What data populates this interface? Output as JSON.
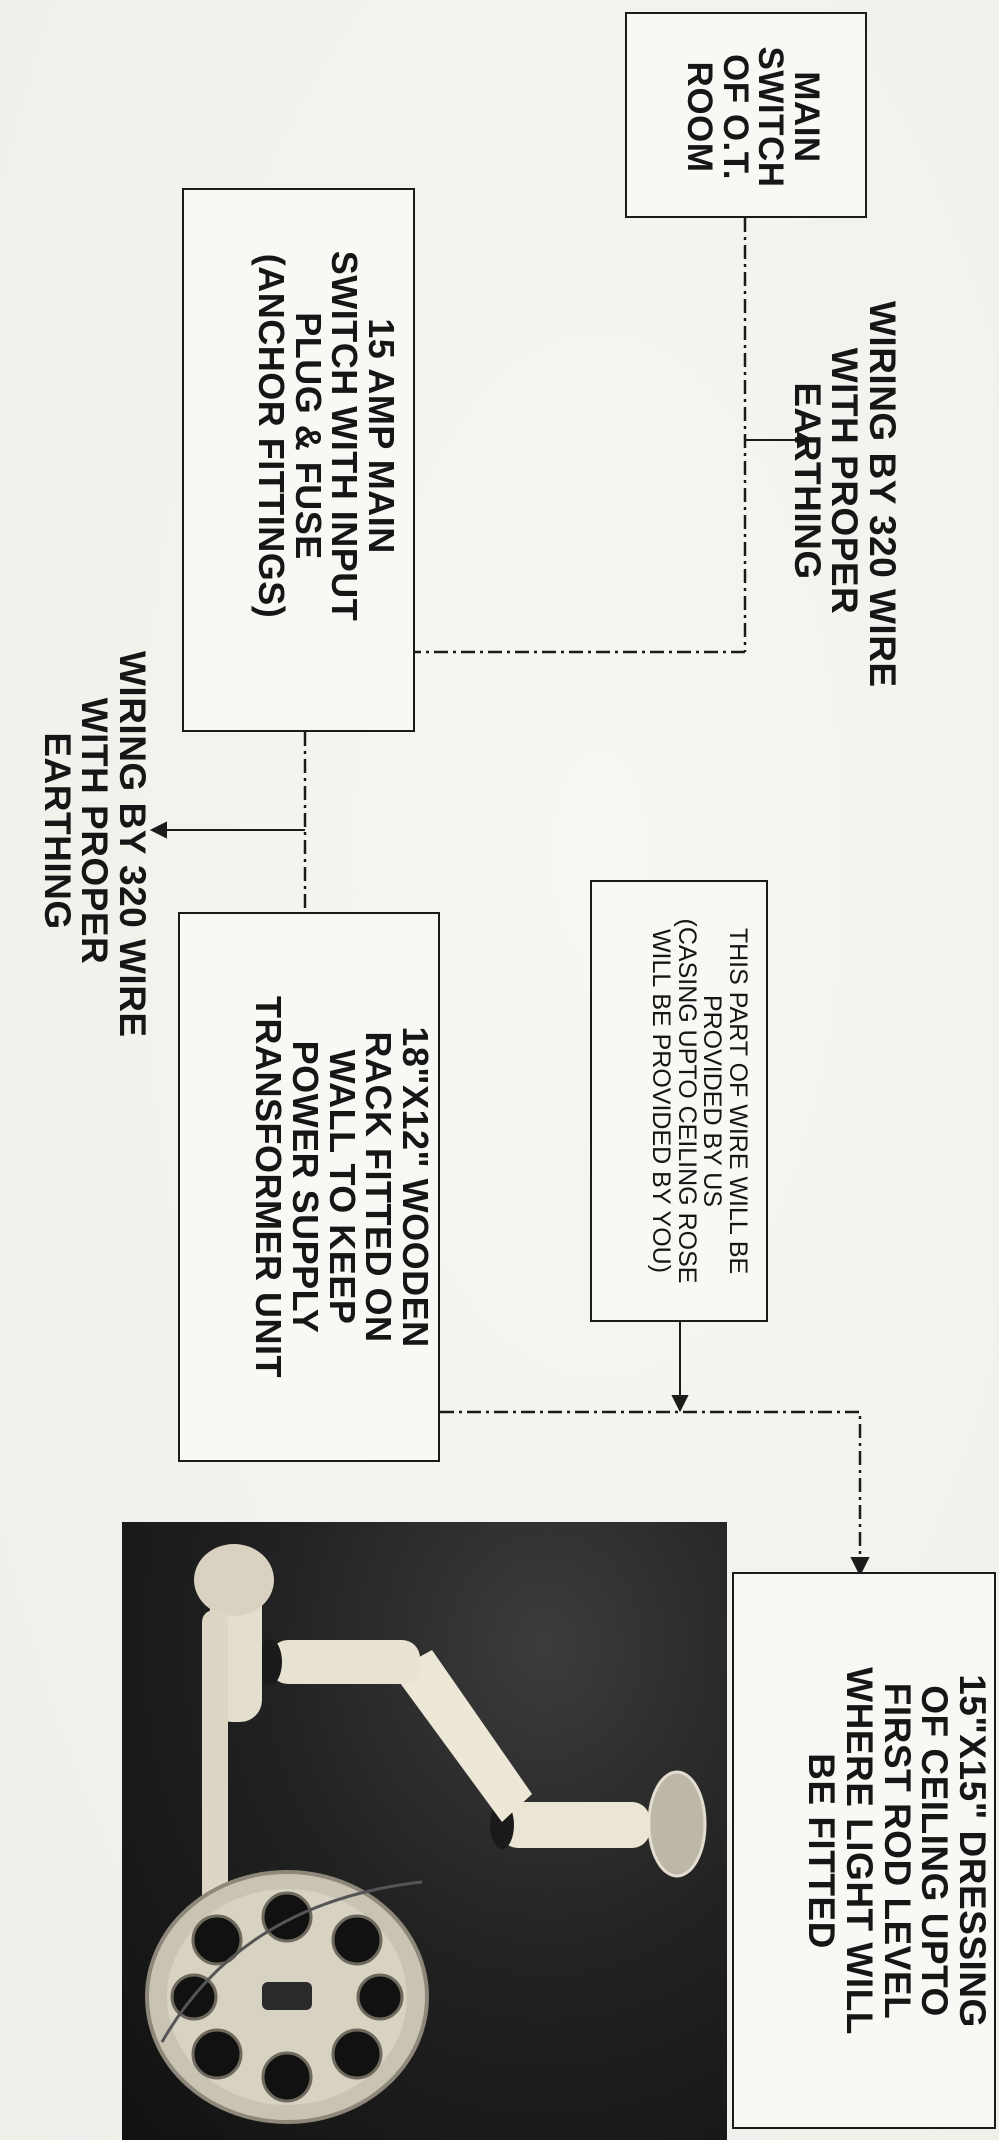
{
  "boxes": {
    "main_switch": {
      "lines": [
        "MAIN",
        "SWITCH",
        "OF O.T.",
        "ROOM"
      ]
    },
    "amp_switch": {
      "lines": [
        "15 AMP MAIN",
        "SWITCH WITH INPUT",
        "PLUG & FUSE",
        "(ANCHOR FITTINGS)"
      ]
    },
    "wooden_rack": {
      "lines": [
        "18\"X12\" WOODEN",
        "RACK FITTED ON",
        "WALL TO KEEP",
        "POWER SUPPLY",
        "TRANSFORMER UNIT"
      ]
    },
    "wire_note": {
      "lines": [
        "THIS PART OF WIRE WILL BE",
        "PROVIDED BY US",
        "(CASING UPTO CEILING ROSE",
        "WILL BE PROVIDED BY YOU)"
      ]
    },
    "ceiling": {
      "lines": [
        "15\"X15\" DRESSING",
        "OF CEILING UPTO",
        "FIRST ROD LEVEL",
        "WHERE LIGHT WILL",
        "BE FITTED"
      ]
    }
  },
  "labels": {
    "wiring_top": {
      "lines": [
        "WIRING BY 320 WIRE",
        "WITH PROPER",
        "EARTHING"
      ]
    },
    "wiring_left": {
      "lines": [
        "WIRING BY 320 WIRE",
        "WITH PROPER",
        "EARTHING"
      ]
    }
  },
  "photo": {
    "subject": "operation-theatre-light-fixture"
  }
}
